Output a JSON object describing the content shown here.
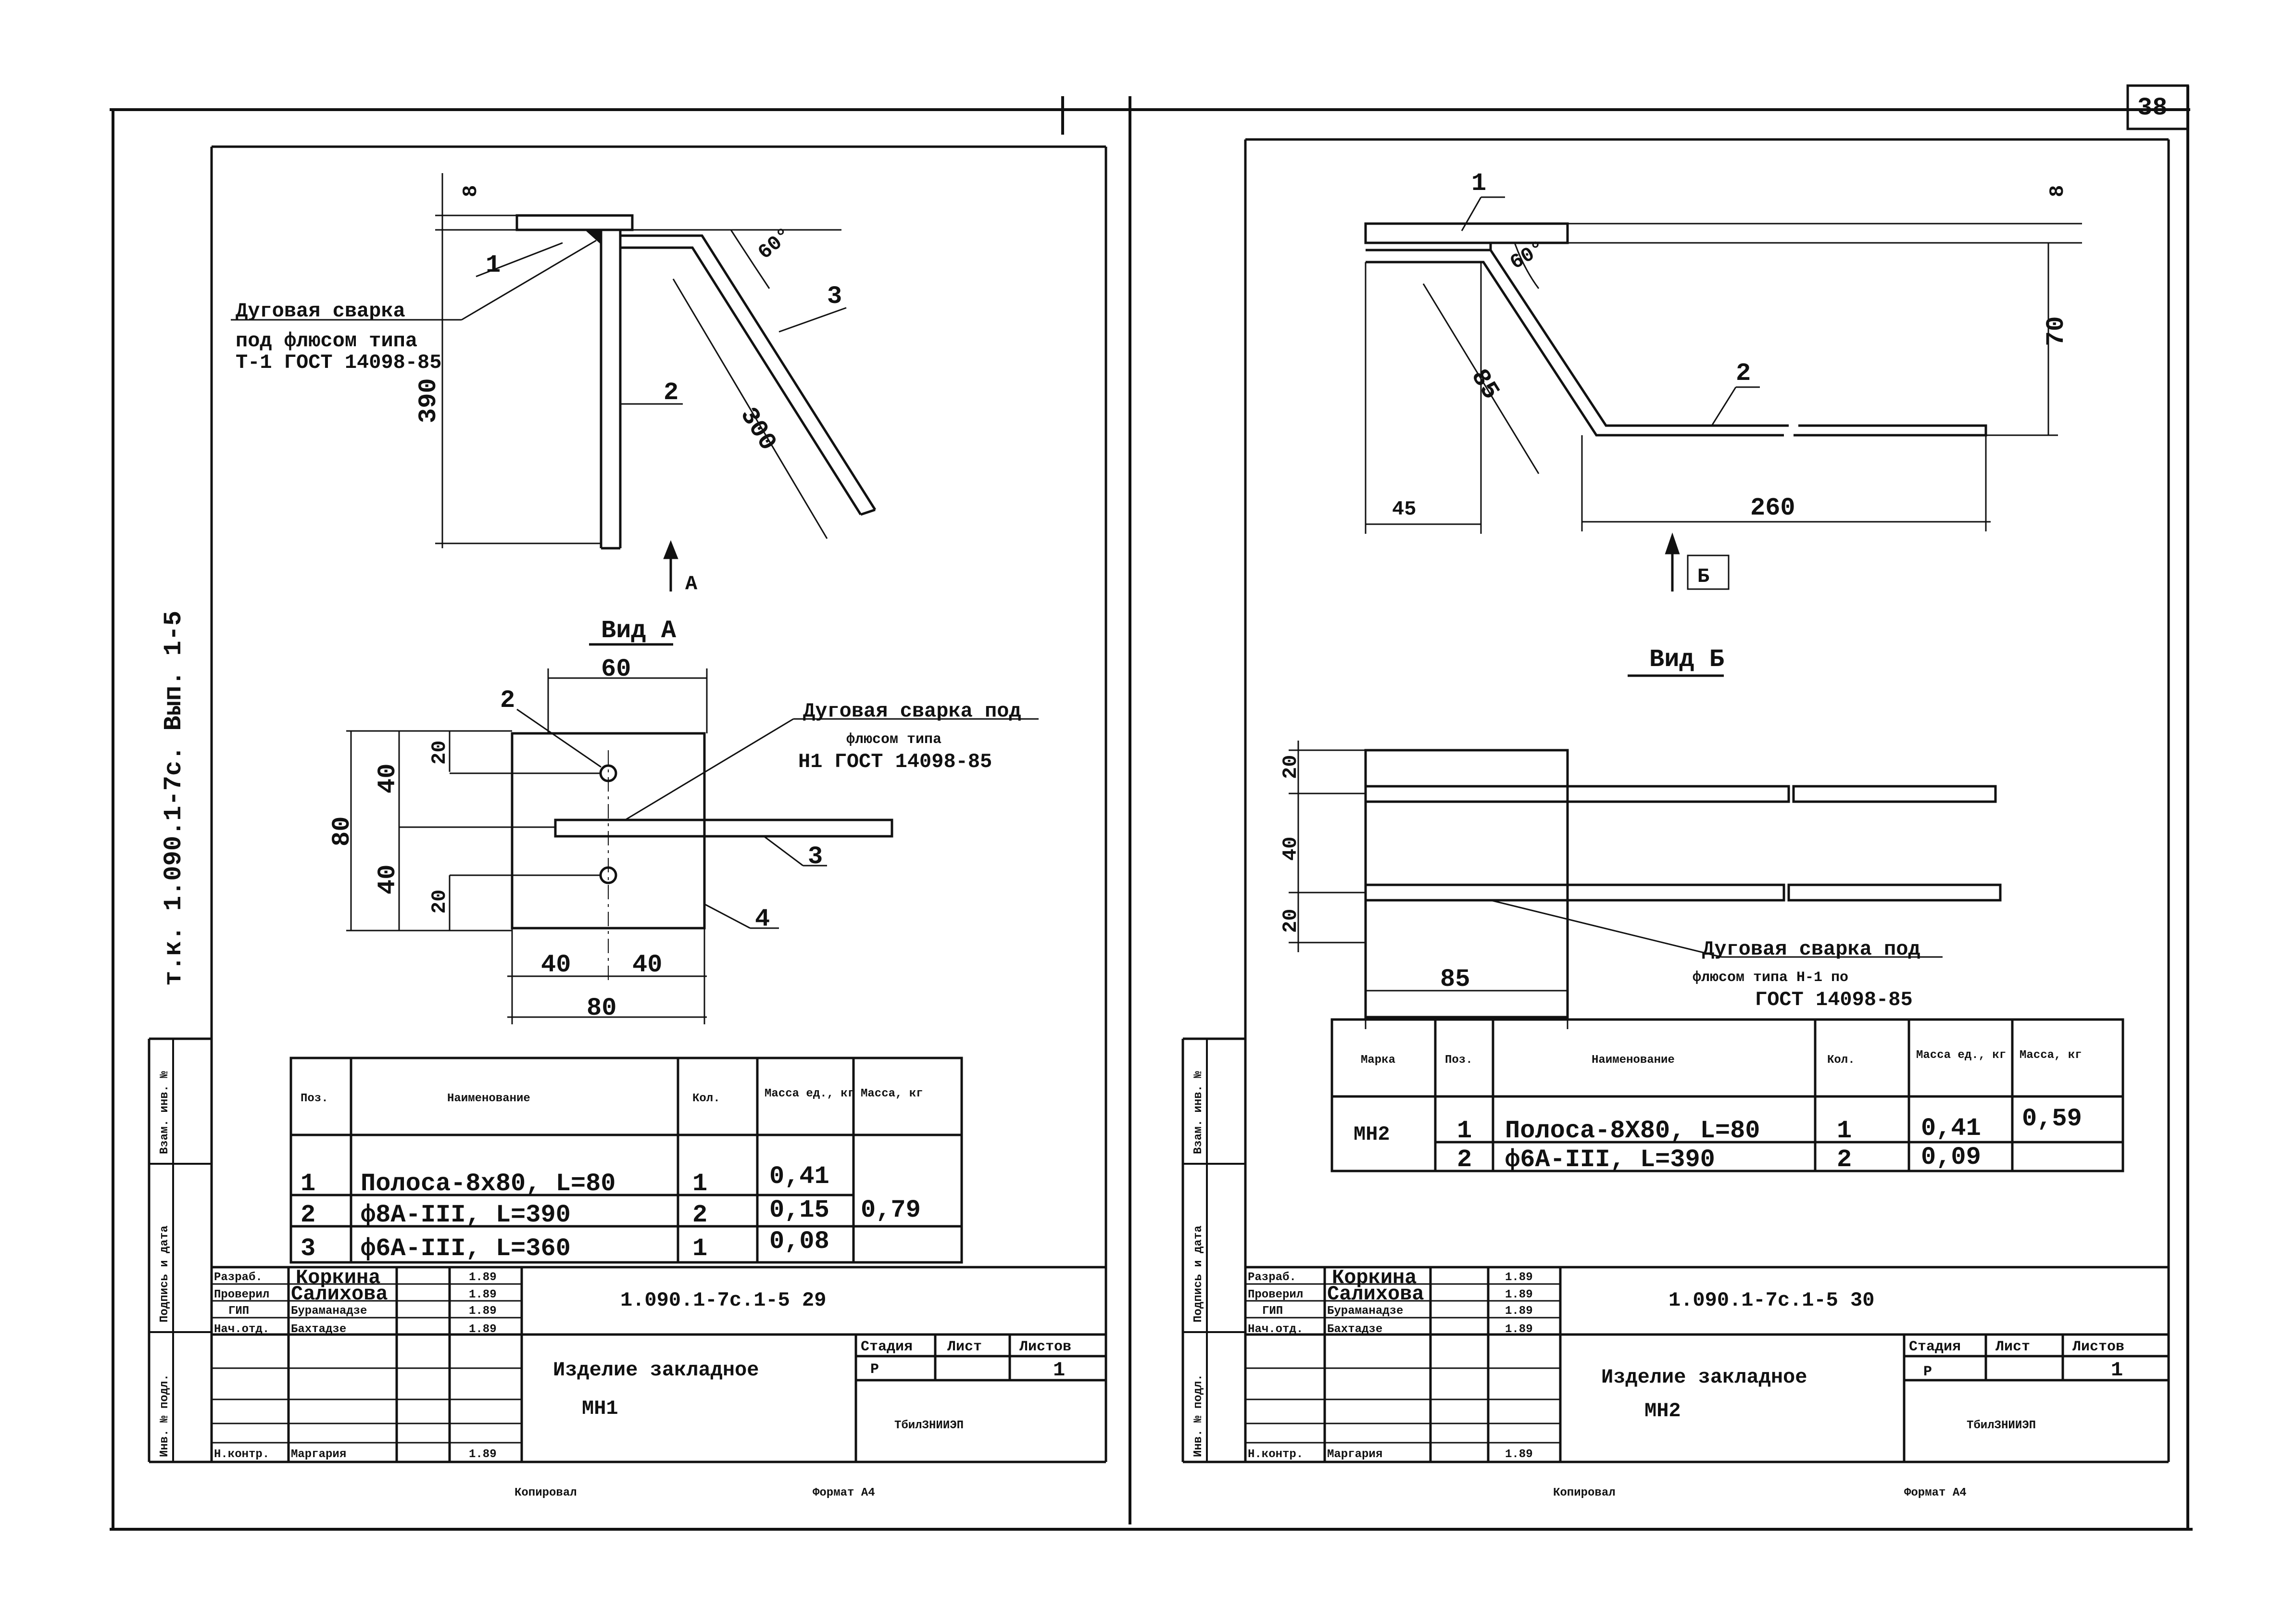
{
  "page_number": "38",
  "side_stamp": "т.к. 1.090.1-7с. Вып. 1-5",
  "side_stamp_cells": [
    "Взам. инв. №",
    "Подпись и дата",
    "Инв. № подл."
  ],
  "footer_copy": "Копировал",
  "footer_format": "Формат А4",
  "left": {
    "dims": {
      "d8": "8",
      "d390": "390",
      "d300": "300",
      "d60deg": "60°",
      "d60": "60",
      "d80": "80",
      "d40a": "40",
      "d40b": "40",
      "d20a": "20",
      "d20b": "20",
      "d40c": "40",
      "d40d": "40",
      "d80b": "80"
    },
    "pos": {
      "p1": "1",
      "p2": "2",
      "p3": "3",
      "p2b": "2",
      "p3b": "3",
      "p4": "4"
    },
    "weld_note_1": [
      "Дуговая сварка",
      "под флюсом типа",
      "Т-1 ГОСТ 14098-85"
    ],
    "weld_note_2": [
      "Дуговая сварка под",
      "флюсом типа",
      "Н1 ГОСТ 14098-85"
    ],
    "arrow_label": "А",
    "view_title": "Вид А",
    "spec": {
      "headers": [
        "Поз.",
        "Наименование",
        "Кол.",
        "Масса ед., кг",
        "Масса, кг"
      ],
      "rows": [
        {
          "pos": "1",
          "name": "Полоса-8х80, L=80",
          "qty": "1",
          "unit_mass": "0,41"
        },
        {
          "pos": "2",
          "name": "ф8А-III, L=390",
          "qty": "2",
          "unit_mass": "0,15"
        },
        {
          "pos": "3",
          "name": "ф6А-III, L=360",
          "qty": "1",
          "unit_mass": "0,08"
        }
      ],
      "total_mass": "0,79"
    },
    "title_block": {
      "doc_code": "1.090.1-7с.1-5 29",
      "rows": [
        {
          "role": "Разраб.",
          "name": "Коркина",
          "date": "1.89"
        },
        {
          "role": "Проверил",
          "name": "Салихова",
          "date": "1.89"
        },
        {
          "role": "ГИП",
          "name": "Бураманадзе",
          "date": "1.89"
        },
        {
          "role": "Нач.отд.",
          "name": "Бахтадзе",
          "date": "1.89"
        },
        {
          "role": "",
          "name": "",
          "date": ""
        },
        {
          "role": "",
          "name": "",
          "date": ""
        },
        {
          "role": "Н.контр.",
          "name": "Маргария",
          "date": "1.89"
        }
      ],
      "item_title": "Изделие закладное",
      "item_mark": "МН1",
      "stage_label": "Стадия",
      "sheet_label": "Лист",
      "sheets_label": "Листов",
      "stage": "Р",
      "sheets": "1",
      "org": "ТбилЗНИИЭП"
    }
  },
  "right": {
    "dims": {
      "d8": "8",
      "d70": "70",
      "d85": "85",
      "d45": "45",
      "d260": "260",
      "d60deg": "60°",
      "d20a": "20",
      "d40": "40",
      "d20b": "20",
      "d85b": "85"
    },
    "pos": {
      "p1": "1",
      "p2": "2"
    },
    "arrow_label": "Б",
    "view_title": "Вид Б",
    "weld_note": [
      "Дуговая сварка под",
      "флюсом типа Н-1 по",
      "ГОСТ 14098-85"
    ],
    "spec": {
      "headers": [
        "Марка",
        "Поз.",
        "Наименование",
        "Кол.",
        "Масса ед., кг",
        "Масса, кг"
      ],
      "mark": "МН2",
      "rows": [
        {
          "pos": "1",
          "name": "Полоса-8Х80, L=80",
          "qty": "1",
          "unit_mass": "0,41"
        },
        {
          "pos": "2",
          "name": "ф6А-III, L=390",
          "qty": "2",
          "unit_mass": "0,09"
        }
      ],
      "total_mass": "0,59"
    },
    "title_block": {
      "doc_code": "1.090.1-7с.1-5 30",
      "rows": [
        {
          "role": "Разраб.",
          "name": "Коркина",
          "date": "1.89"
        },
        {
          "role": "Проверил",
          "name": "Салихова",
          "date": "1.89"
        },
        {
          "role": "ГИП",
          "name": "Бураманадзе",
          "date": "1.89"
        },
        {
          "role": "Нач.отд.",
          "name": "Бахтадзе",
          "date": "1.89"
        },
        {
          "role": "",
          "name": "",
          "date": ""
        },
        {
          "role": "",
          "name": "",
          "date": ""
        },
        {
          "role": "Н.контр.",
          "name": "Маргария",
          "date": "1.89"
        }
      ],
      "item_title": "Изделие закладное",
      "item_mark": "МН2",
      "stage_label": "Стадия",
      "sheet_label": "Лист",
      "sheets_label": "Листов",
      "stage": "Р",
      "sheets": "1",
      "org": "ТбилЗНИИЭП"
    }
  }
}
